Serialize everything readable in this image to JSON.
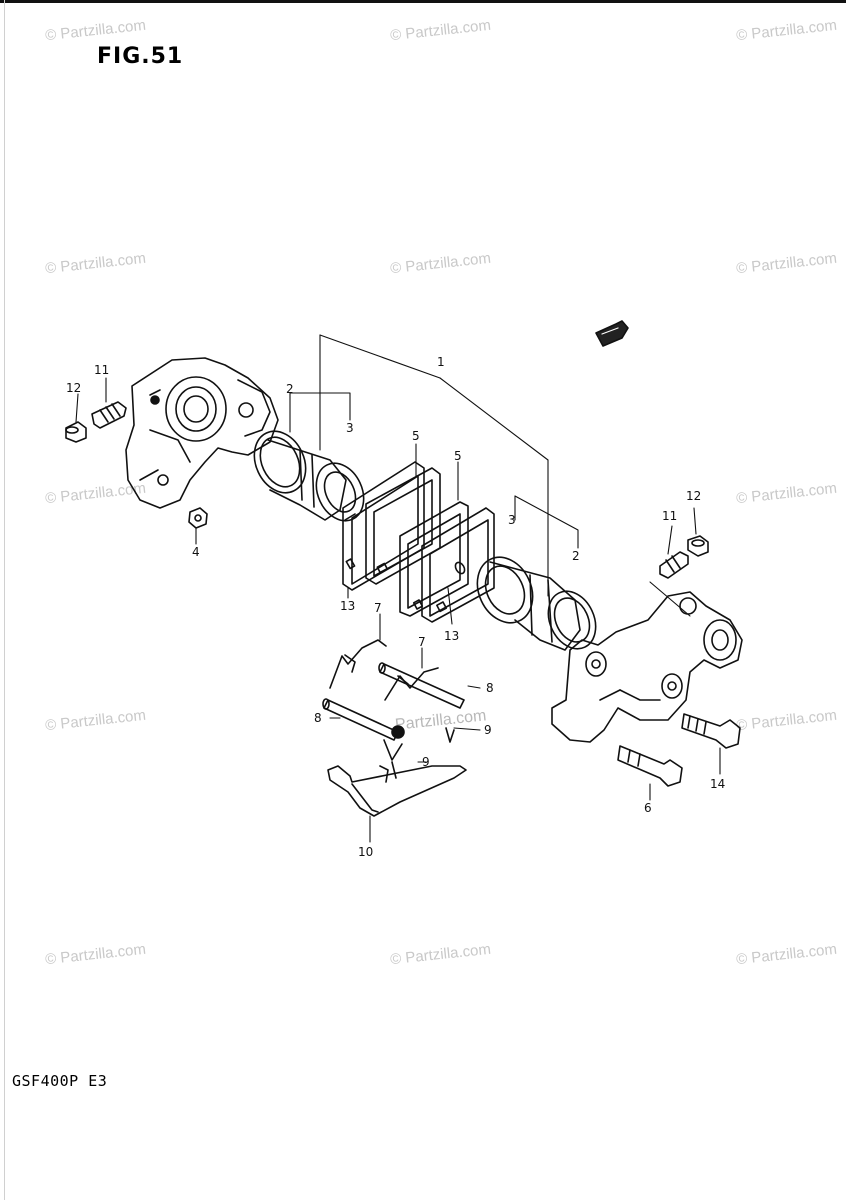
{
  "figure": {
    "title": "FIG.51",
    "model_code": "GSF400P  E3"
  },
  "watermark": {
    "text": "© Partzilla.com",
    "center_text": "Partzilla.com"
  },
  "badge": {
    "icon": "fwd-arrow-icon"
  },
  "callouts": {
    "c1": "1",
    "c2a": "2",
    "c2b": "2",
    "c3a": "3",
    "c3b": "3",
    "c4": "4",
    "c5a": "5",
    "c5b": "5",
    "c6": "6",
    "c7a": "7",
    "c7b": "7",
    "c8a": "8",
    "c8b": "8",
    "c9a": "9",
    "c9b": "9",
    "c10": "10",
    "c11a": "11",
    "c11b": "11",
    "c12a": "12",
    "c12b": "12",
    "c13a": "13",
    "c13b": "13",
    "c14": "14"
  }
}
